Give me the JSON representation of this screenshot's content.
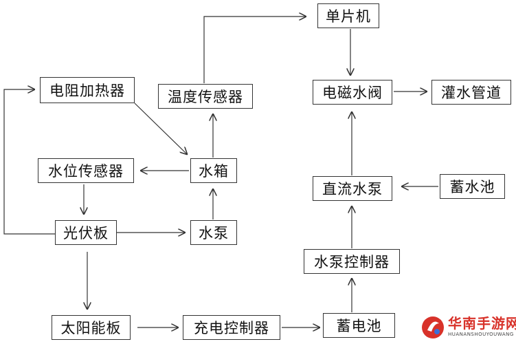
{
  "nodes": {
    "mcu": "单片机",
    "valve": "电磁水阀",
    "pipe": "灌水管道",
    "heater": "电阻加热器",
    "temp_sensor": "温度传感器",
    "level_sensor": "水位传感器",
    "tank": "水箱",
    "pv_panel": "光伏板",
    "pump": "水泵",
    "dc_pump": "直流水泵",
    "reservoir": "蓄水池",
    "pump_controller": "水泵控制器",
    "solar_panel": "太阳能板",
    "charge_controller": "充电控制器",
    "battery": "蓄电池"
  },
  "watermark": {
    "title": "华南手游网",
    "subtitle": "HUANANSHOUYOUWANG"
  }
}
